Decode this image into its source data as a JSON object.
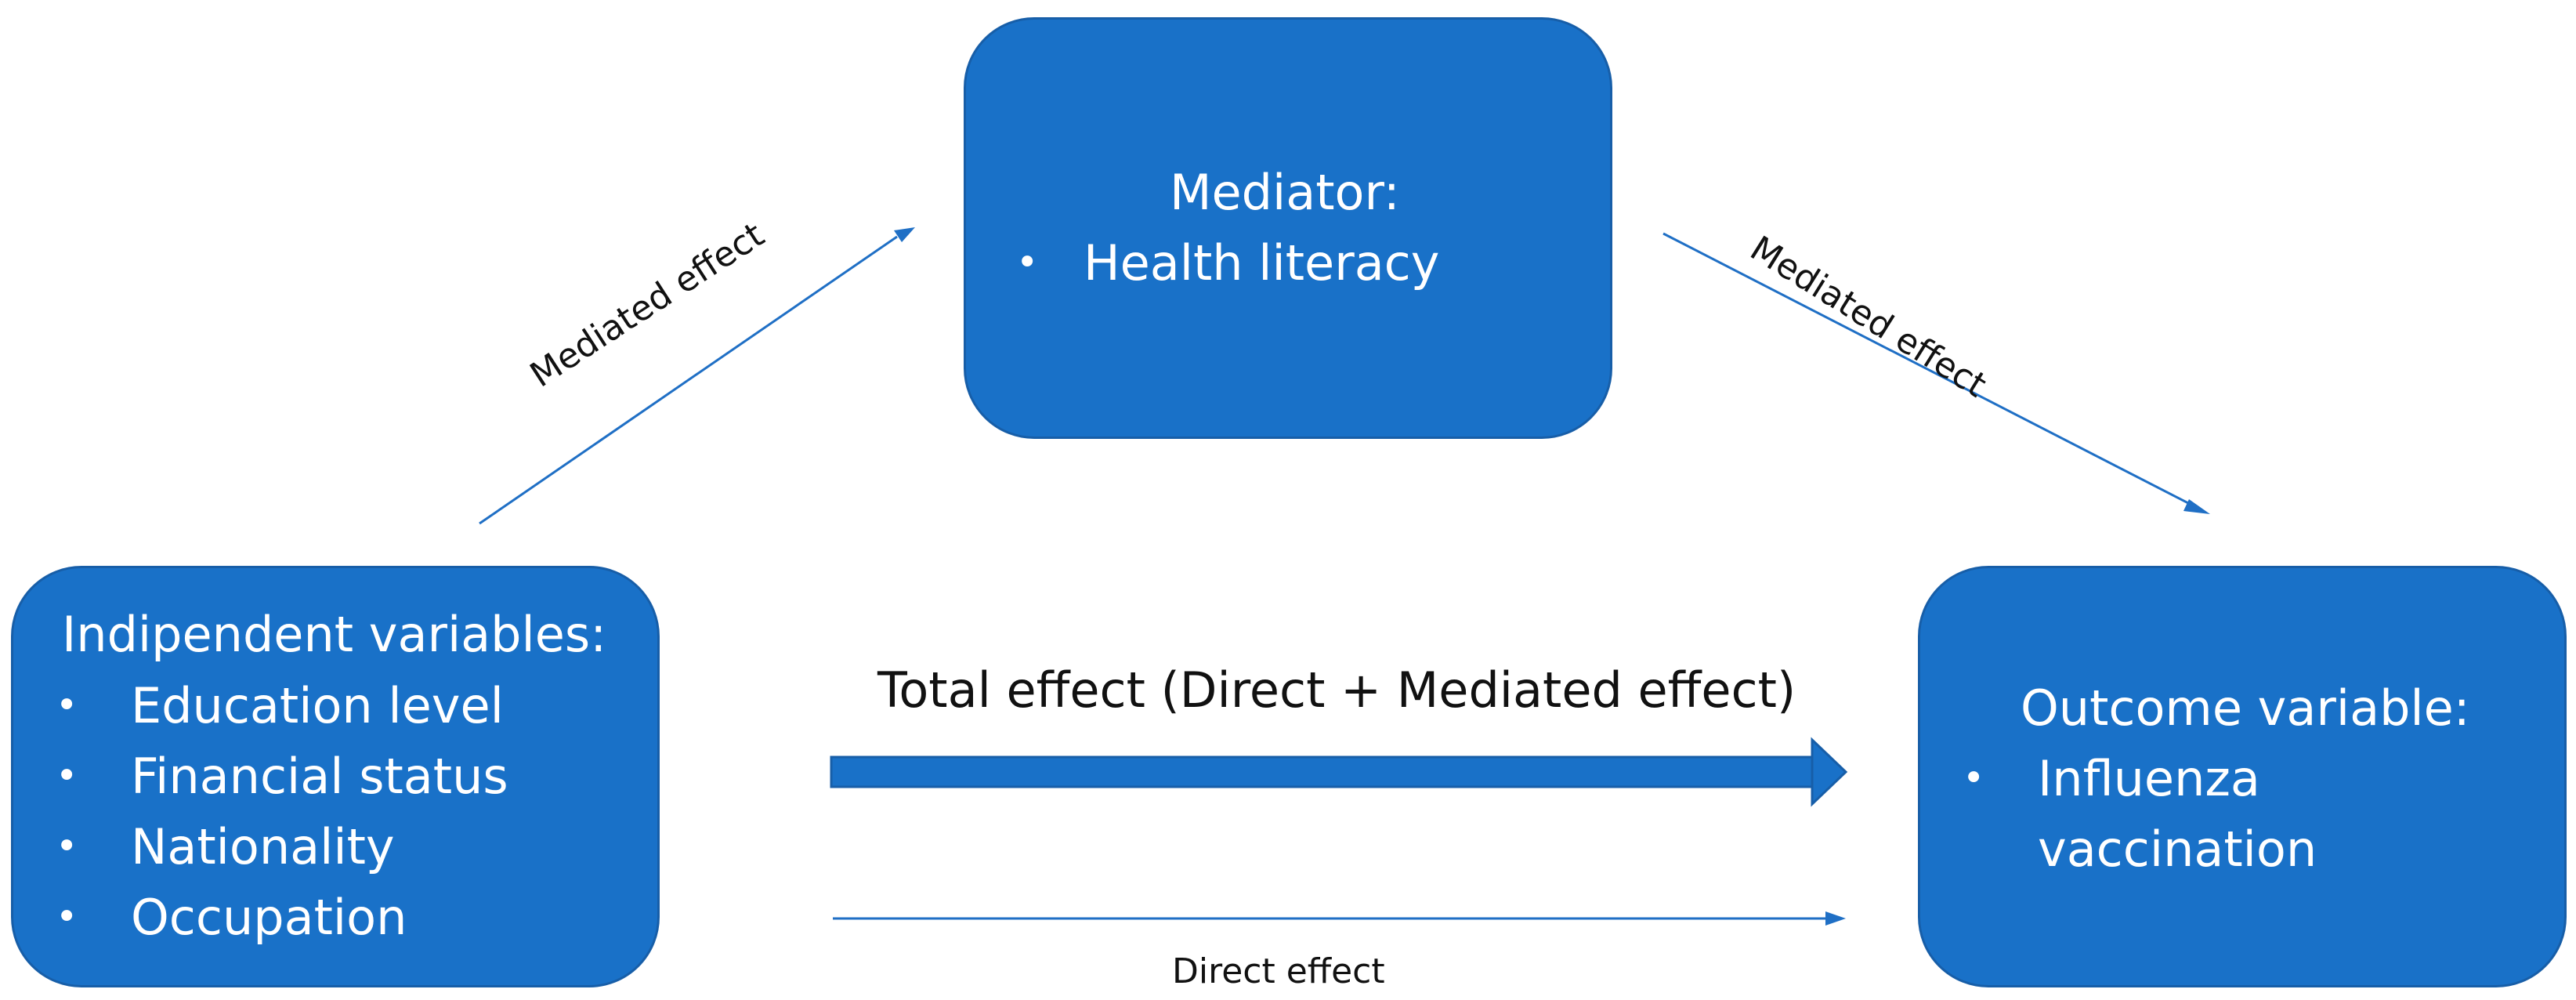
{
  "mediator": {
    "title": "Mediator:",
    "items": [
      "Health literacy"
    ]
  },
  "independent": {
    "title": "Indipendent variables:",
    "items": [
      "Education level",
      "Financial status",
      "Nationality",
      "Occupation"
    ]
  },
  "outcome": {
    "title": "Outcome variable:",
    "items": [
      "Influenza",
      "vaccination"
    ]
  },
  "edges": {
    "mediated_left": "Mediated effect",
    "mediated_right": "Mediated effect",
    "total": "Total effect (Direct + Mediated effect)",
    "direct": "Direct effect"
  },
  "bullet_symbol": "•",
  "colors": {
    "box_fill": "#1971c8",
    "box_border": "#175ea8",
    "arrow": "#1f6fc5",
    "text_on_box": "#ffffff",
    "label_text": "#111111"
  }
}
